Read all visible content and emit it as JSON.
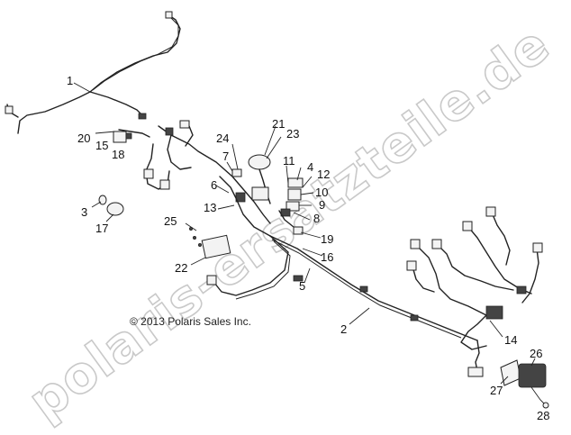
{
  "watermark": "polaris-ersatzteile.de",
  "copyright": "© 2013 Polaris Sales Inc.",
  "callouts": [
    "1",
    "2",
    "3",
    "4",
    "5",
    "6",
    "7",
    "8",
    "9",
    "10",
    "11",
    "12",
    "13",
    "14",
    "15",
    "16",
    "17",
    "18",
    "19",
    "20",
    "21",
    "22",
    "23",
    "24",
    "25",
    "26",
    "27",
    "28"
  ]
}
